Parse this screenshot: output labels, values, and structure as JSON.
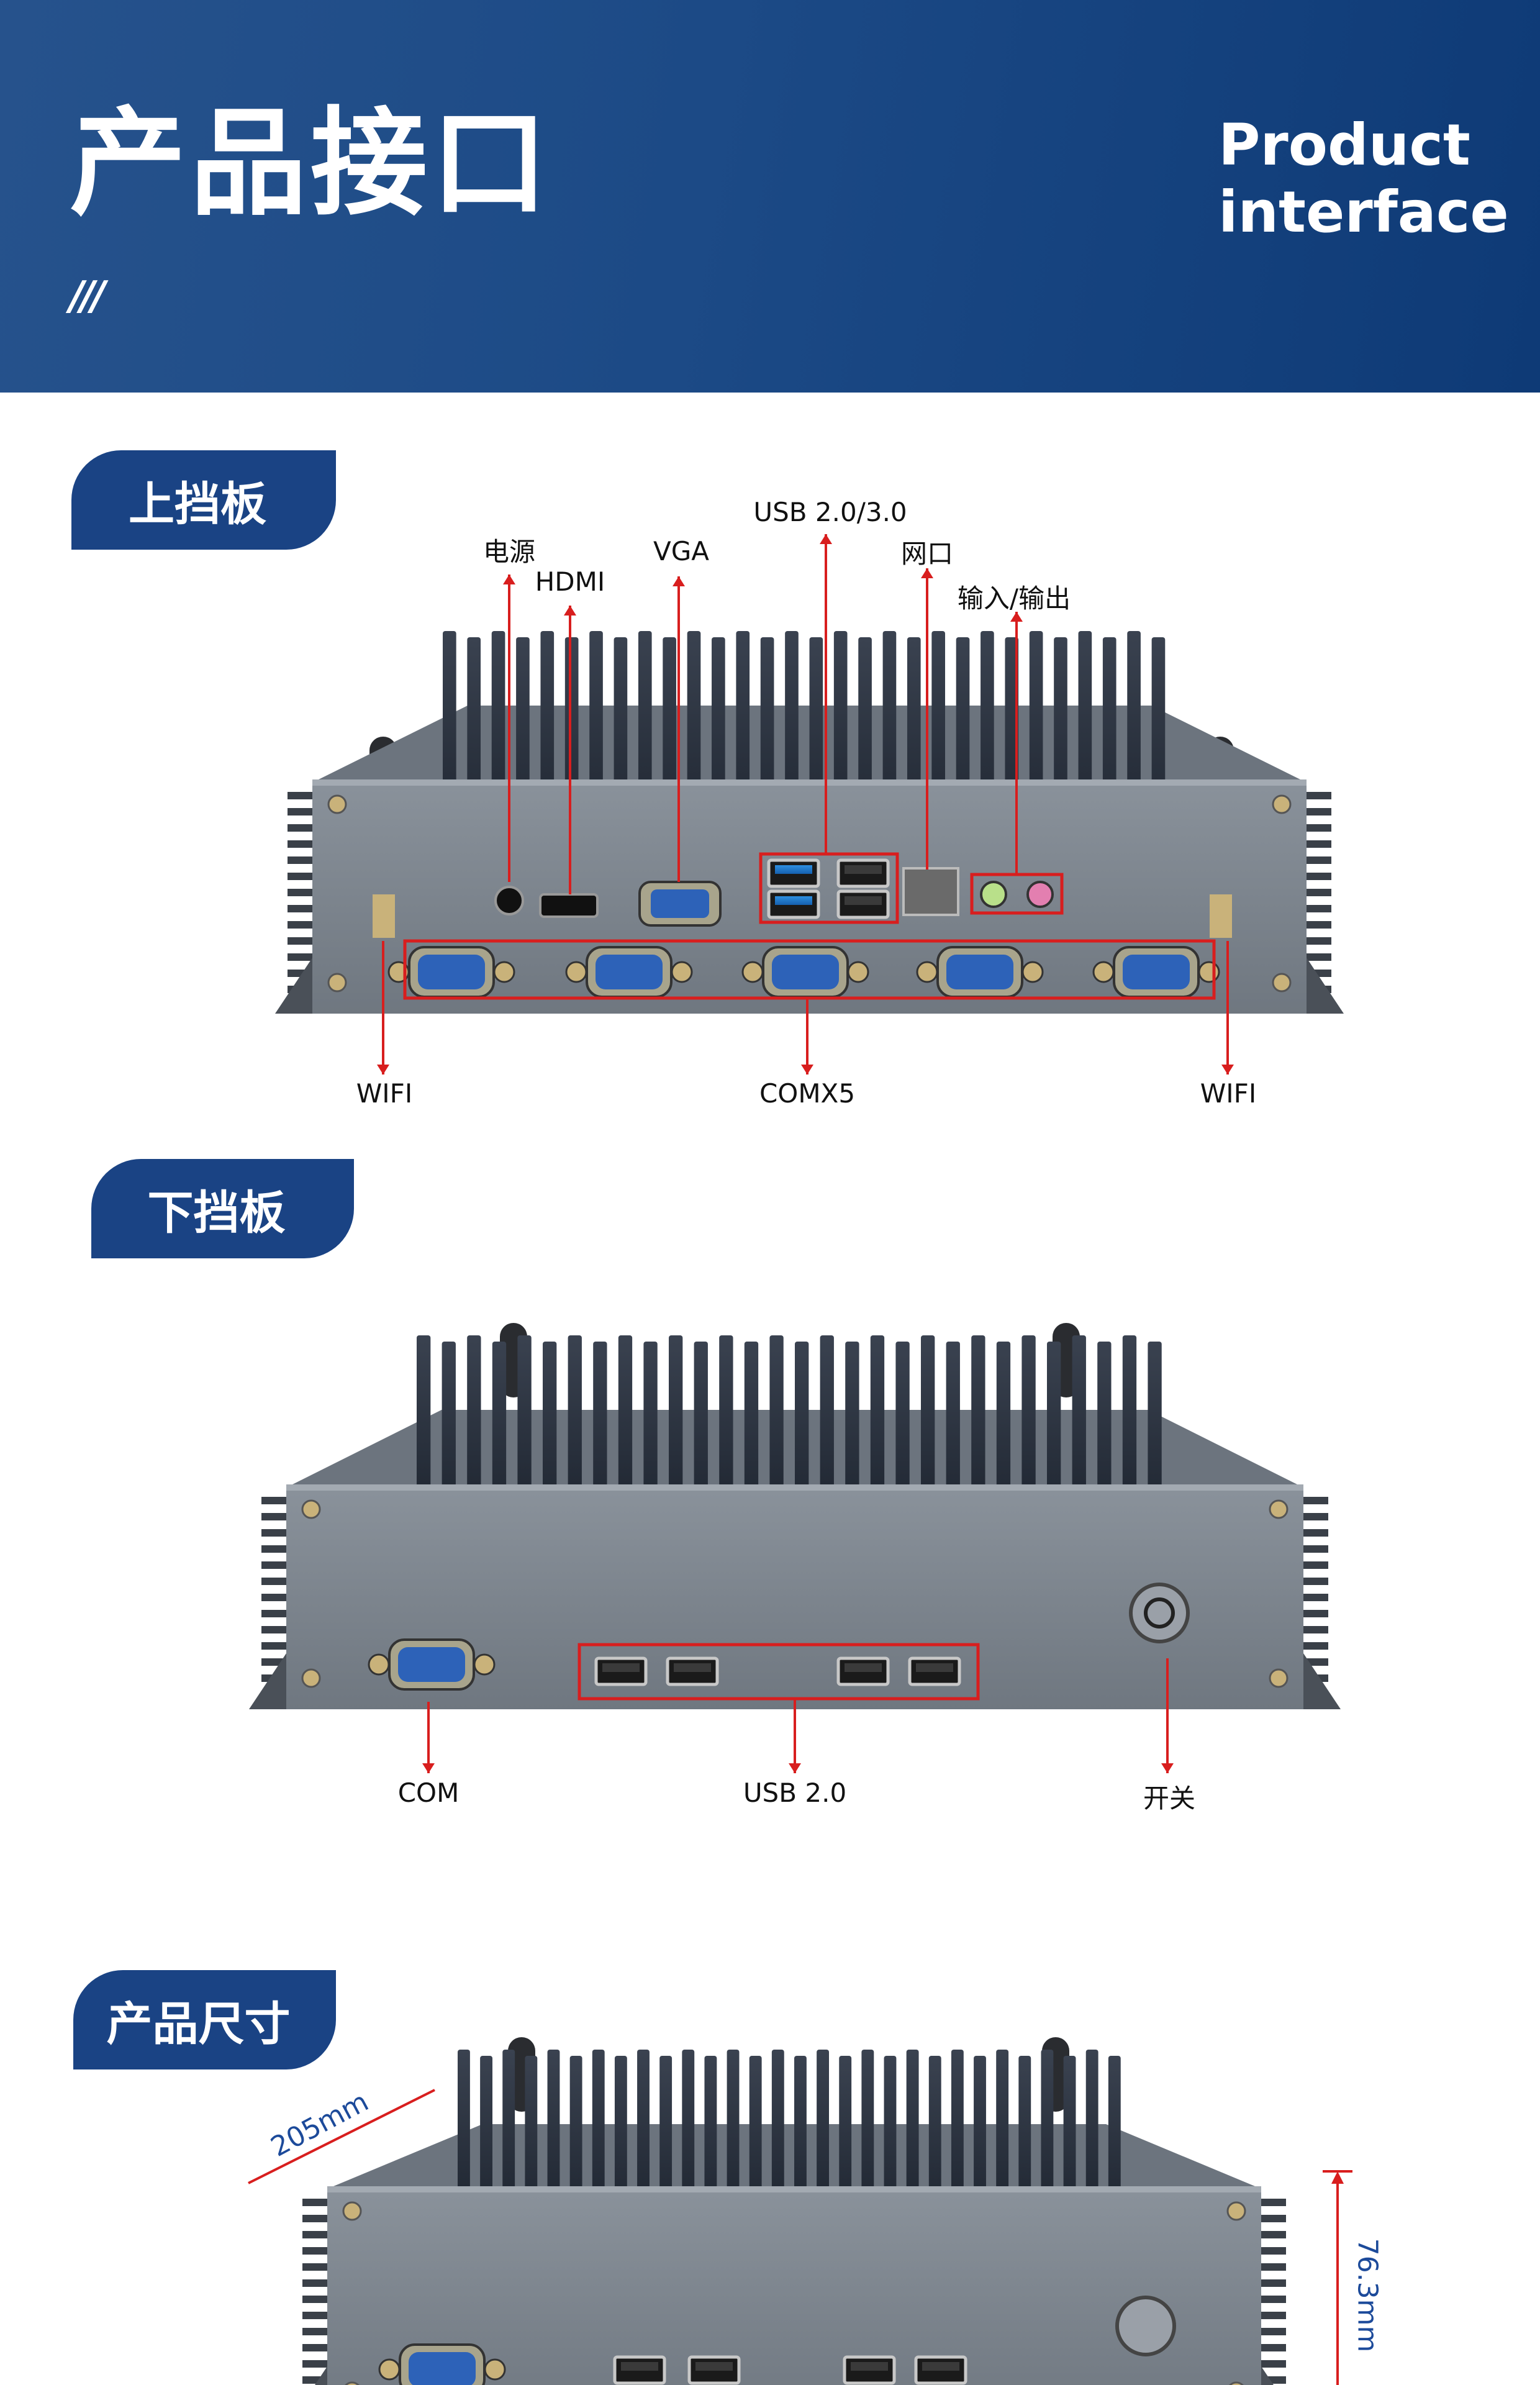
{
  "header": {
    "title": "产品接口",
    "subtitle_line1": "Product",
    "subtitle_line2": "interface",
    "decor": "///"
  },
  "colors": {
    "brand_blue": "#1a4384",
    "callout_red": "#d81e1e"
  },
  "sections": [
    {
      "tag": "上挡板",
      "top_labels": [
        "电源",
        "HDMI",
        "VGA",
        "USB 2.0/3.0",
        "网口",
        "输入/输出"
      ],
      "bottom_labels": [
        "WIFI",
        "COMX5",
        "WIFI"
      ]
    },
    {
      "tag": "下挡板",
      "bottom_labels": [
        "COM",
        "USB 2.0",
        "开关"
      ]
    },
    {
      "tag": "产品尺寸",
      "width_dim": "205mm",
      "height_dim": "76.3mm"
    }
  ]
}
